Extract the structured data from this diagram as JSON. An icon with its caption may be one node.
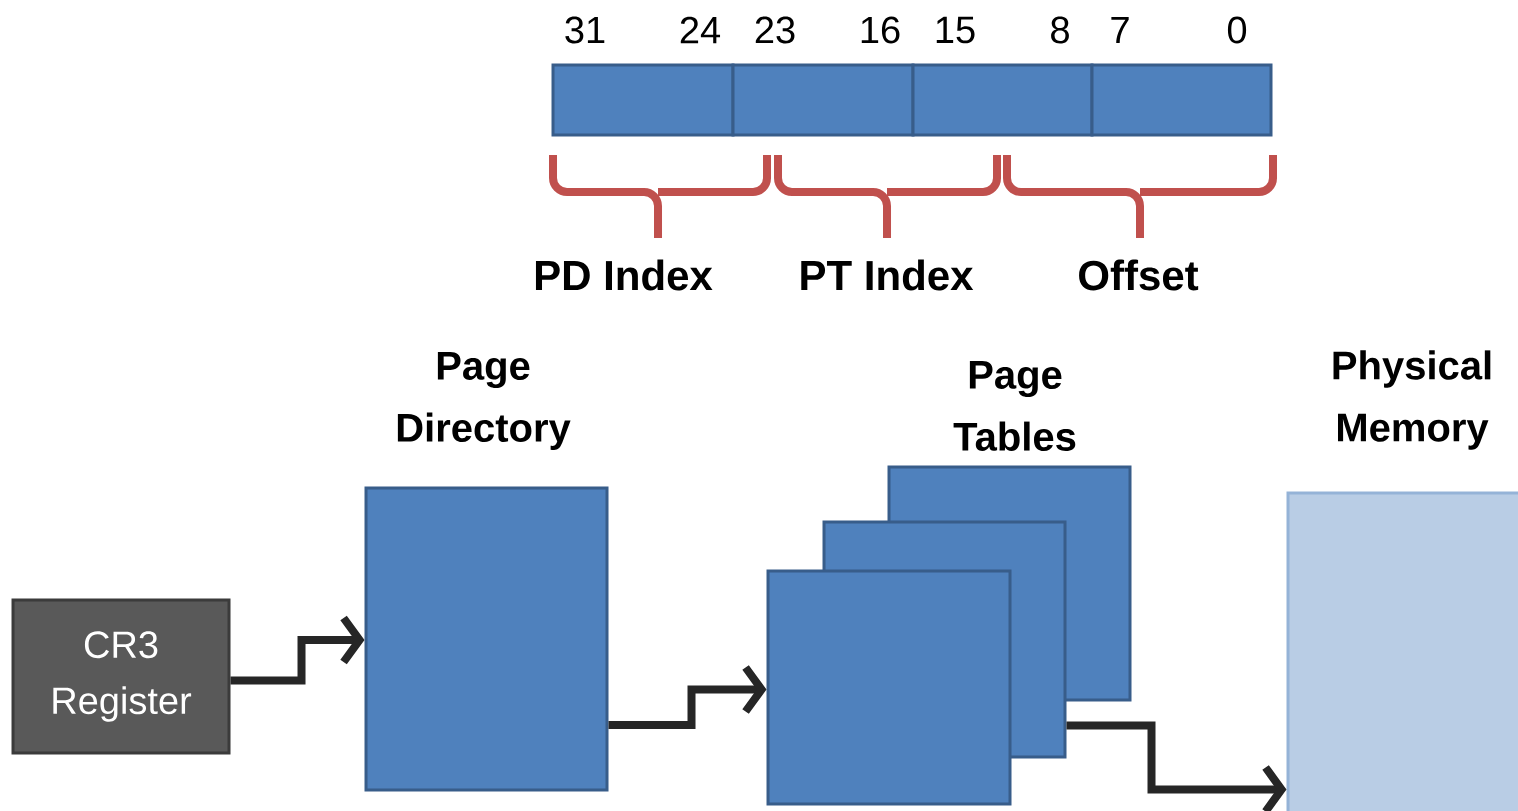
{
  "diagram": {
    "nodes": [
      {
        "text": [
          "CR3 Register"
        ]
      },
      {
        "text": [
          "Page Directory"
        ]
      },
      {
        "text": [
          "Page Tables"
        ]
      },
      {
        "text": [],
        "shape": "box"
      },
      {
        "text": [],
        "shape": "box"
      },
      {
        "text": [
          "Physical Memory"
        ]
      }
    ],
    "edges": [
      {
        "from": 0,
        "to": 1,
        "arrow": "to"
      },
      {
        "from": 1,
        "to": 4,
        "arrow": "to"
      },
      {
        "from": 3,
        "to": 5,
        "arrow": "to"
      }
    ],
    "labels": [
      "31",
      "24",
      "23",
      "16",
      "15",
      "8",
      "7",
      "0",
      "PD Index",
      "PT Index",
      "Offset"
    ]
  }
}
